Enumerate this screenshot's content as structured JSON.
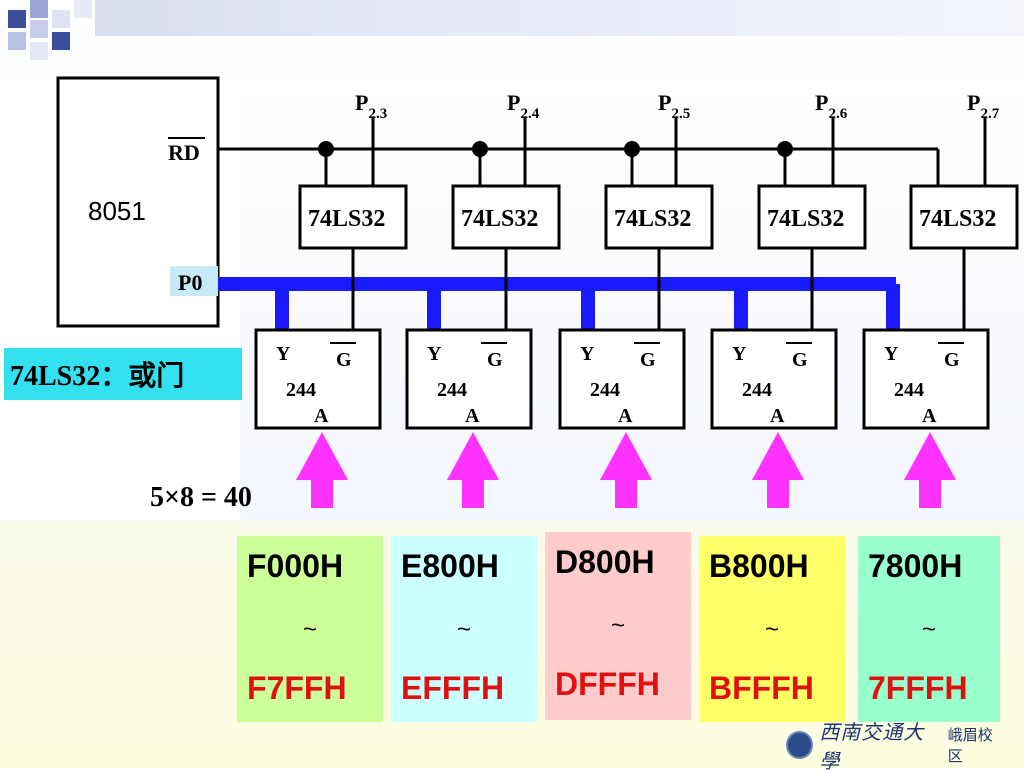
{
  "chip": {
    "name": "8051",
    "rd_label": "RD",
    "p0_label": "P0"
  },
  "ports": [
    {
      "base": "P",
      "sub": "2.3"
    },
    {
      "base": "P",
      "sub": "2.4"
    },
    {
      "base": "P",
      "sub": "2.5"
    },
    {
      "base": "P",
      "sub": "2.6"
    },
    {
      "base": "P",
      "sub": "2.7"
    }
  ],
  "gates": [
    "74LS32",
    "74LS32",
    "74LS32",
    "74LS32",
    "74LS32"
  ],
  "buffers": [
    {
      "y": "Y",
      "g": "G",
      "num": "244",
      "a": "A"
    },
    {
      "y": "Y",
      "g": "G",
      "num": "244",
      "a": "A"
    },
    {
      "y": "Y",
      "g": "G",
      "num": "244",
      "a": "A"
    },
    {
      "y": "Y",
      "g": "G",
      "num": "244",
      "a": "A"
    },
    {
      "y": "Y",
      "g": "G",
      "num": "244",
      "a": "A"
    }
  ],
  "gate_note": "74LS32：或门",
  "formula": "5×8 = 40",
  "addresses": [
    {
      "start": "F000H",
      "sep": "~",
      "end": "F7FFH",
      "color": "#ccff99"
    },
    {
      "start": "E800H",
      "sep": "~",
      "end": "EFFFH",
      "color": "#ccffff"
    },
    {
      "start": "D800H",
      "sep": "~",
      "end": "DFFFH",
      "color": "#ffcccc"
    },
    {
      "start": "B800H",
      "sep": "~",
      "end": "BFFFH",
      "color": "#ffff66"
    },
    {
      "start": "7800H",
      "sep": "~",
      "end": "7FFFH",
      "color": "#99ffcc"
    }
  ],
  "colors": {
    "bus": "#1a1aff",
    "arrow": "#ff33ff",
    "address_end": "#e01010",
    "note_bg": "#33e0f0"
  },
  "logo": {
    "text": "西南交通大學",
    "sub": "峨眉校区"
  }
}
